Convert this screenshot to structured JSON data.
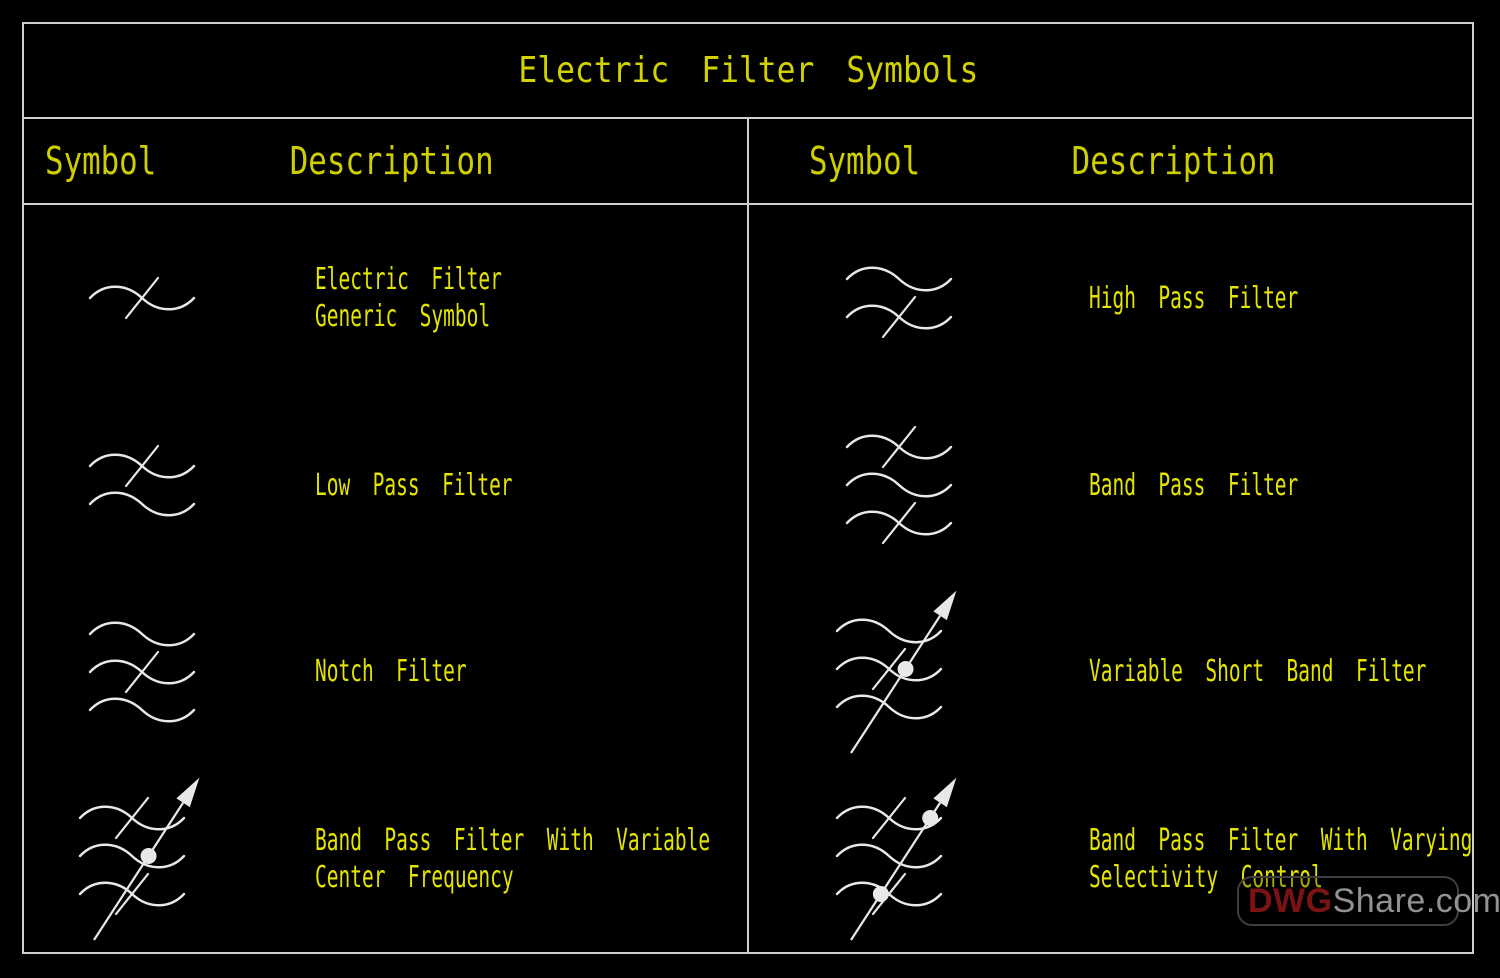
{
  "title": "Electric Filter Symbols",
  "colors": {
    "background": "#000000",
    "border": "#cfcfcf",
    "title_text": "#d2d200",
    "header_text": "#cfcf00",
    "body_text": "#e4e400",
    "symbol_stroke": "#e8e8e8",
    "watermark_dwg": "#7c1214",
    "watermark_share": "#929292"
  },
  "columns": [
    {
      "symbol_header": "Symbol",
      "description_header": "Description",
      "rows": [
        {
          "description": [
            "Electric Filter",
            "Generic Symbol"
          ],
          "symbol": {
            "name": "electric-filter-generic-symbol",
            "waves": 1,
            "strikes": [
              0
            ],
            "arrow": false,
            "dots": []
          }
        },
        {
          "description": [
            "Low Pass Filter"
          ],
          "symbol": {
            "name": "low-pass-filter-symbol",
            "waves": 2,
            "strikes": [
              0
            ],
            "arrow": false,
            "dots": []
          }
        },
        {
          "description": [
            "Notch Filter"
          ],
          "symbol": {
            "name": "notch-filter-symbol",
            "waves": 3,
            "strikes": [
              1
            ],
            "arrow": false,
            "dots": []
          }
        },
        {
          "description": [
            "Band Pass Filter With Variable",
            "Center Frequency"
          ],
          "symbol": {
            "name": "band-pass-variable-center-frequency-symbol",
            "waves": 3,
            "strikes": [
              0,
              2
            ],
            "arrow": true,
            "dots": [
              1
            ]
          }
        }
      ]
    },
    {
      "symbol_header": "Symbol",
      "description_header": "Description",
      "rows": [
        {
          "description": [
            "High Pass Filter"
          ],
          "symbol": {
            "name": "high-pass-filter-symbol",
            "waves": 2,
            "strikes": [
              1
            ],
            "arrow": false,
            "dots": []
          }
        },
        {
          "description": [
            "Band Pass Filter"
          ],
          "symbol": {
            "name": "band-pass-filter-symbol",
            "waves": 3,
            "strikes": [
              0,
              2
            ],
            "arrow": false,
            "dots": []
          }
        },
        {
          "description": [
            "Variable Short Band Filter"
          ],
          "symbol": {
            "name": "variable-short-band-filter-symbol",
            "waves": 3,
            "strikes": [
              1
            ],
            "arrow": true,
            "dots": [
              1
            ]
          }
        },
        {
          "description": [
            "Band Pass Filter With Varying",
            "Selectivity Control"
          ],
          "symbol": {
            "name": "band-pass-varying-selectivity-control-symbol",
            "waves": 3,
            "strikes": [
              0,
              2
            ],
            "arrow": true,
            "dots": [
              0,
              2
            ]
          }
        }
      ]
    }
  ],
  "watermark": {
    "prefix": "DWG",
    "suffix": "Share.com"
  }
}
